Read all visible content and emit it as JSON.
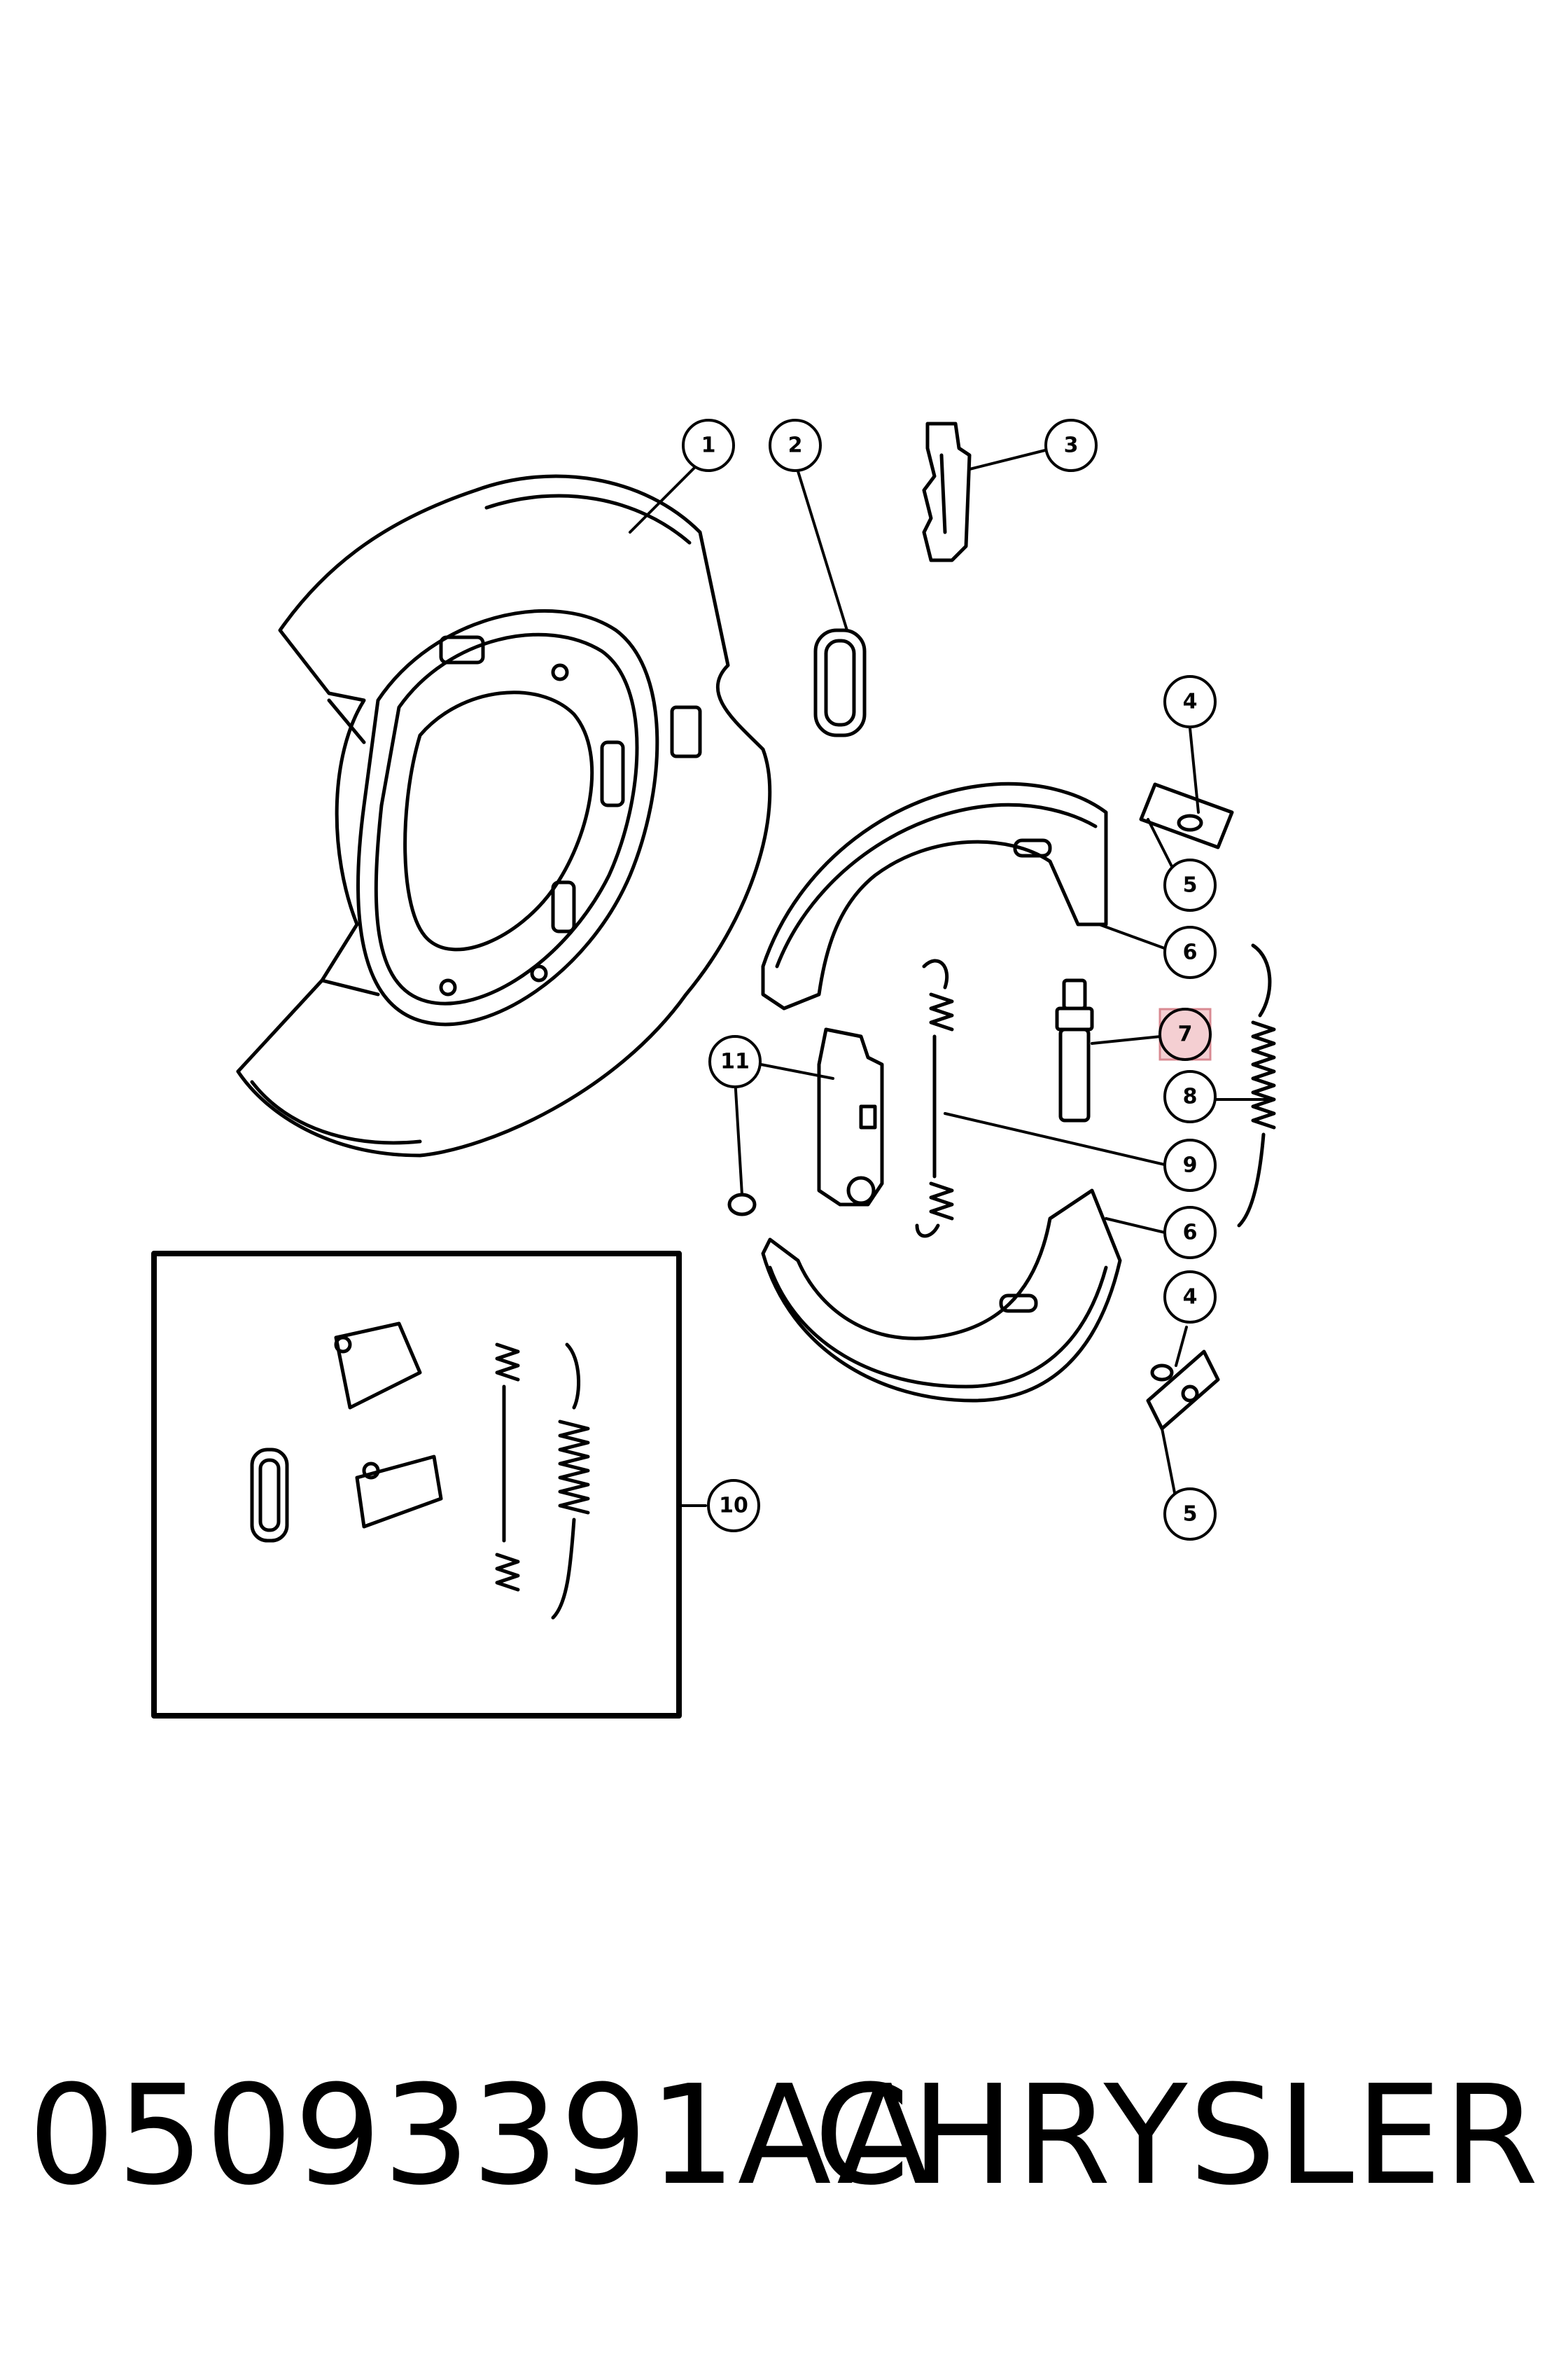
{
  "diagram": {
    "callouts": [
      {
        "id": "c1",
        "label": "1"
      },
      {
        "id": "c2",
        "label": "2"
      },
      {
        "id": "c3",
        "label": "3"
      },
      {
        "id": "c4a",
        "label": "4"
      },
      {
        "id": "c5a",
        "label": "5"
      },
      {
        "id": "c6a",
        "label": "6"
      },
      {
        "id": "c7",
        "label": "7",
        "highlighted": true
      },
      {
        "id": "c8",
        "label": "8"
      },
      {
        "id": "c9",
        "label": "9"
      },
      {
        "id": "c6b",
        "label": "6"
      },
      {
        "id": "c4b",
        "label": "4"
      },
      {
        "id": "c5b",
        "label": "5"
      },
      {
        "id": "c10",
        "label": "10"
      },
      {
        "id": "c11",
        "label": "11"
      }
    ],
    "highlight_color": "#f4cfd2",
    "highlight_border": "#d98a92",
    "line_color": "#000000"
  },
  "footer": {
    "part_number": "05093391AA",
    "brand": "CHRYSLER"
  }
}
